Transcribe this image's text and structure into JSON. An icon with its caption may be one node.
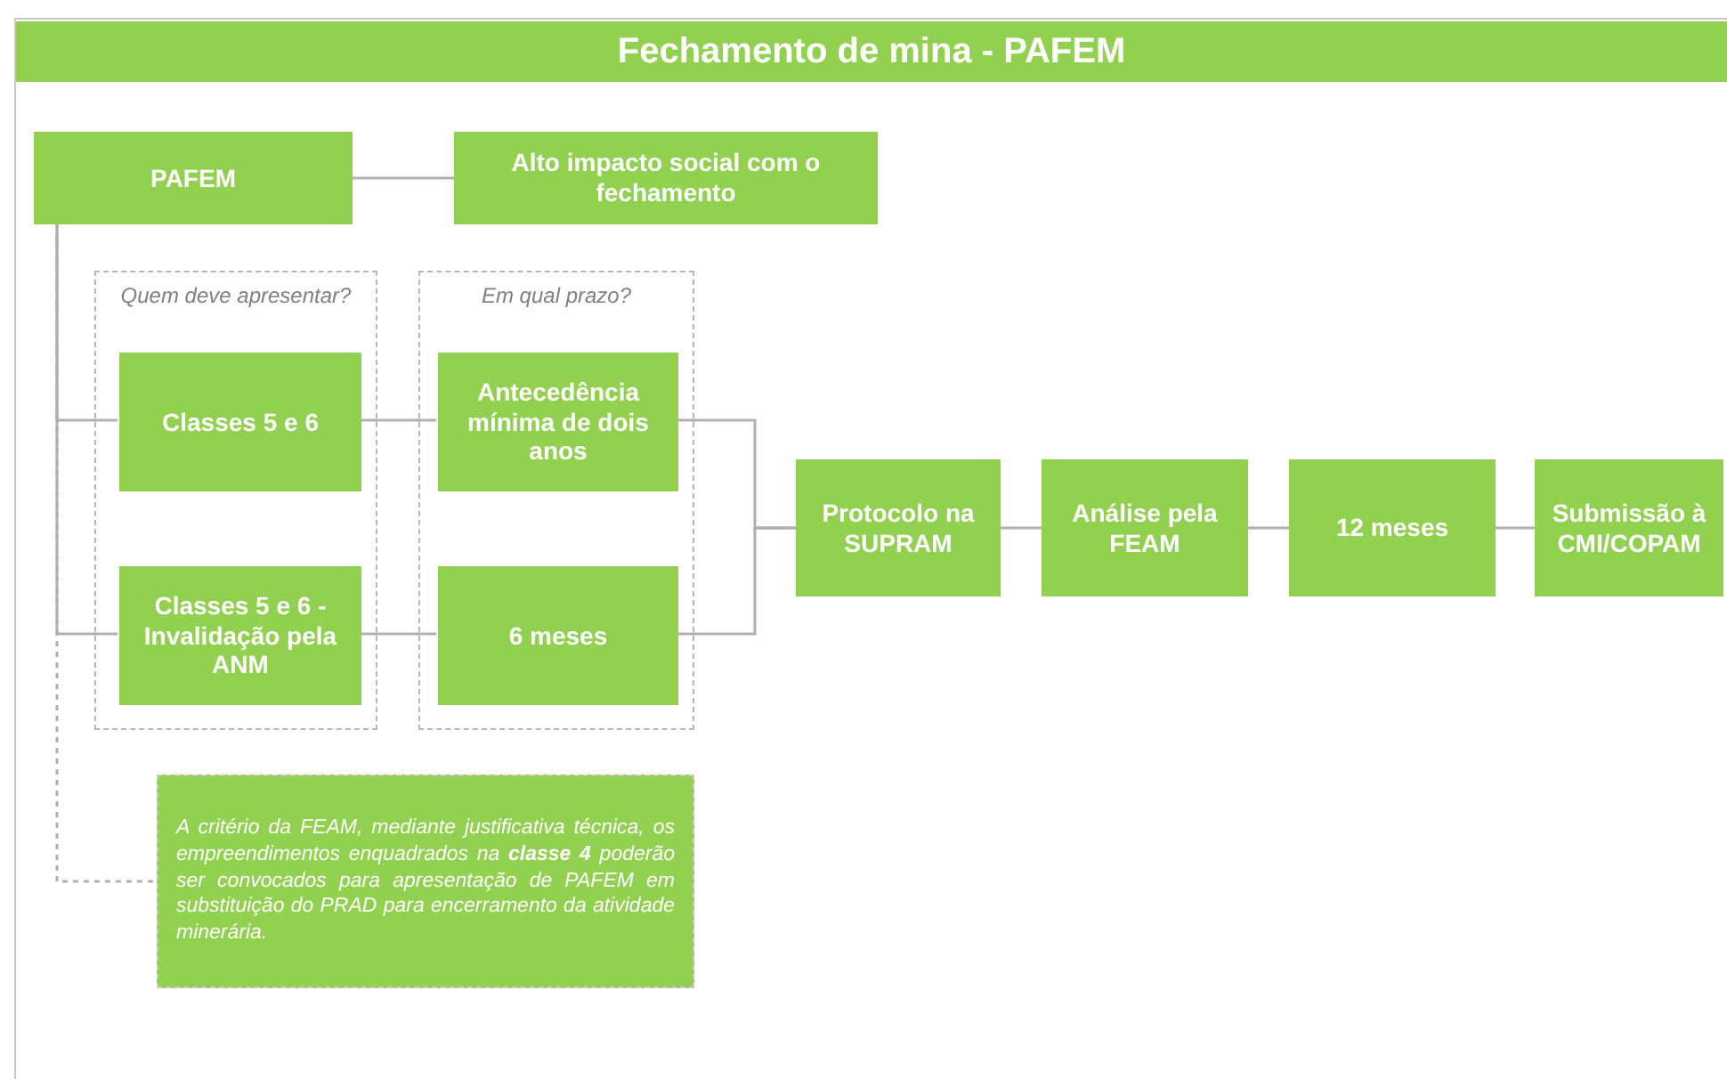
{
  "diagram": {
    "title": "Fechamento de mina - PAFEM",
    "nodes": [
      {
        "text": [
          "PAFEM"
        ]
      },
      {
        "text": [
          "Alto impacto social com o fechamento"
        ]
      },
      {
        "text": [
          "Quem deve apresentar?"
        ]
      },
      {
        "text": [
          "Classes 5 e 6"
        ],
        "in": 2
      },
      {
        "text": [
          "Classes 5 e 6 - Invalidação pela ANM"
        ],
        "in": 2
      },
      {
        "text": [
          "Em qual prazo?"
        ]
      },
      {
        "text": [
          "Antecedência mínima de dois anos"
        ],
        "in": 5
      },
      {
        "text": [
          "6 meses"
        ],
        "in": 5
      },
      {
        "text": [
          "Protocolo na SUPRAM"
        ]
      },
      {
        "text": [
          "Análise pela FEAM"
        ]
      },
      {
        "text": [
          "12 meses"
        ]
      },
      {
        "text": [
          "Submissão à CMI/COPAM"
        ]
      },
      {
        "text": [
          "A critério da FEAM, mediante justificativa técnica, os empreendimentos enquadrados na **classe 4** poderão ser convocados para apresentação de PAFEM em substituição do PRAD para encerramento da atividade minerária."
        ]
      }
    ],
    "edges": [
      {
        "from": 0,
        "to": 1,
        "arrow": "none"
      },
      {
        "from": 0,
        "to": 3,
        "arrow": "none"
      },
      {
        "from": 0,
        "to": 4,
        "arrow": "none"
      },
      {
        "from": 0,
        "to": 12,
        "arrow": "none",
        "style": "dashed"
      },
      {
        "from": 3,
        "to": 6,
        "arrow": "none"
      },
      {
        "from": 4,
        "to": 7,
        "arrow": "none"
      },
      {
        "from": 6,
        "to": 8,
        "arrow": "none"
      },
      {
        "from": 7,
        "to": 8,
        "arrow": "none"
      },
      {
        "from": 8,
        "to": 9,
        "arrow": "none"
      },
      {
        "from": 9,
        "to": 10,
        "arrow": "none"
      },
      {
        "from": 10,
        "to": 11,
        "arrow": "none"
      }
    ]
  }
}
